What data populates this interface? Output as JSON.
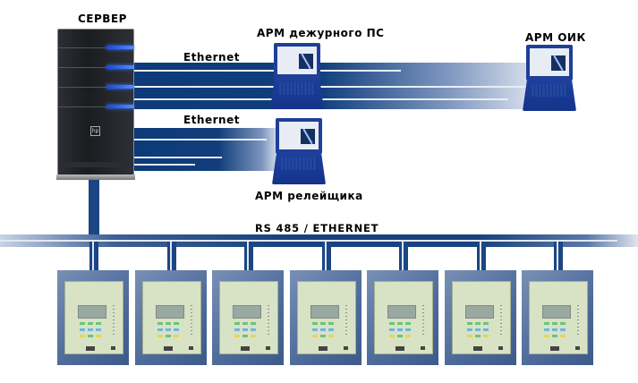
{
  "diagram": {
    "server": {
      "label": "СЕРВЕР",
      "icon": "server-tower-icon"
    },
    "links": [
      {
        "label": "Ethernet",
        "from": "СЕРВЕР",
        "to": [
          "АРМ дежурного ПС",
          "АРМ ОИК"
        ]
      },
      {
        "label": "Ethernet",
        "from": "СЕРВЕР",
        "to": [
          "АРМ релейщика"
        ]
      }
    ],
    "workstations": [
      {
        "label": "АРМ дежурного ПС",
        "icon": "laptop-icon"
      },
      {
        "label": "АРМ ОИК",
        "icon": "laptop-icon"
      },
      {
        "label": "АРМ релейщика",
        "icon": "laptop-icon"
      }
    ],
    "bus": {
      "label": "RS 485 / ETHERNET"
    },
    "relay_devices": {
      "count": 7,
      "icon": "relay-protection-terminal-icon"
    },
    "colors": {
      "link_blue": "#123f7c",
      "laptop_blue": "#1d3f9e",
      "relay_face": "#d8e2c4"
    }
  }
}
